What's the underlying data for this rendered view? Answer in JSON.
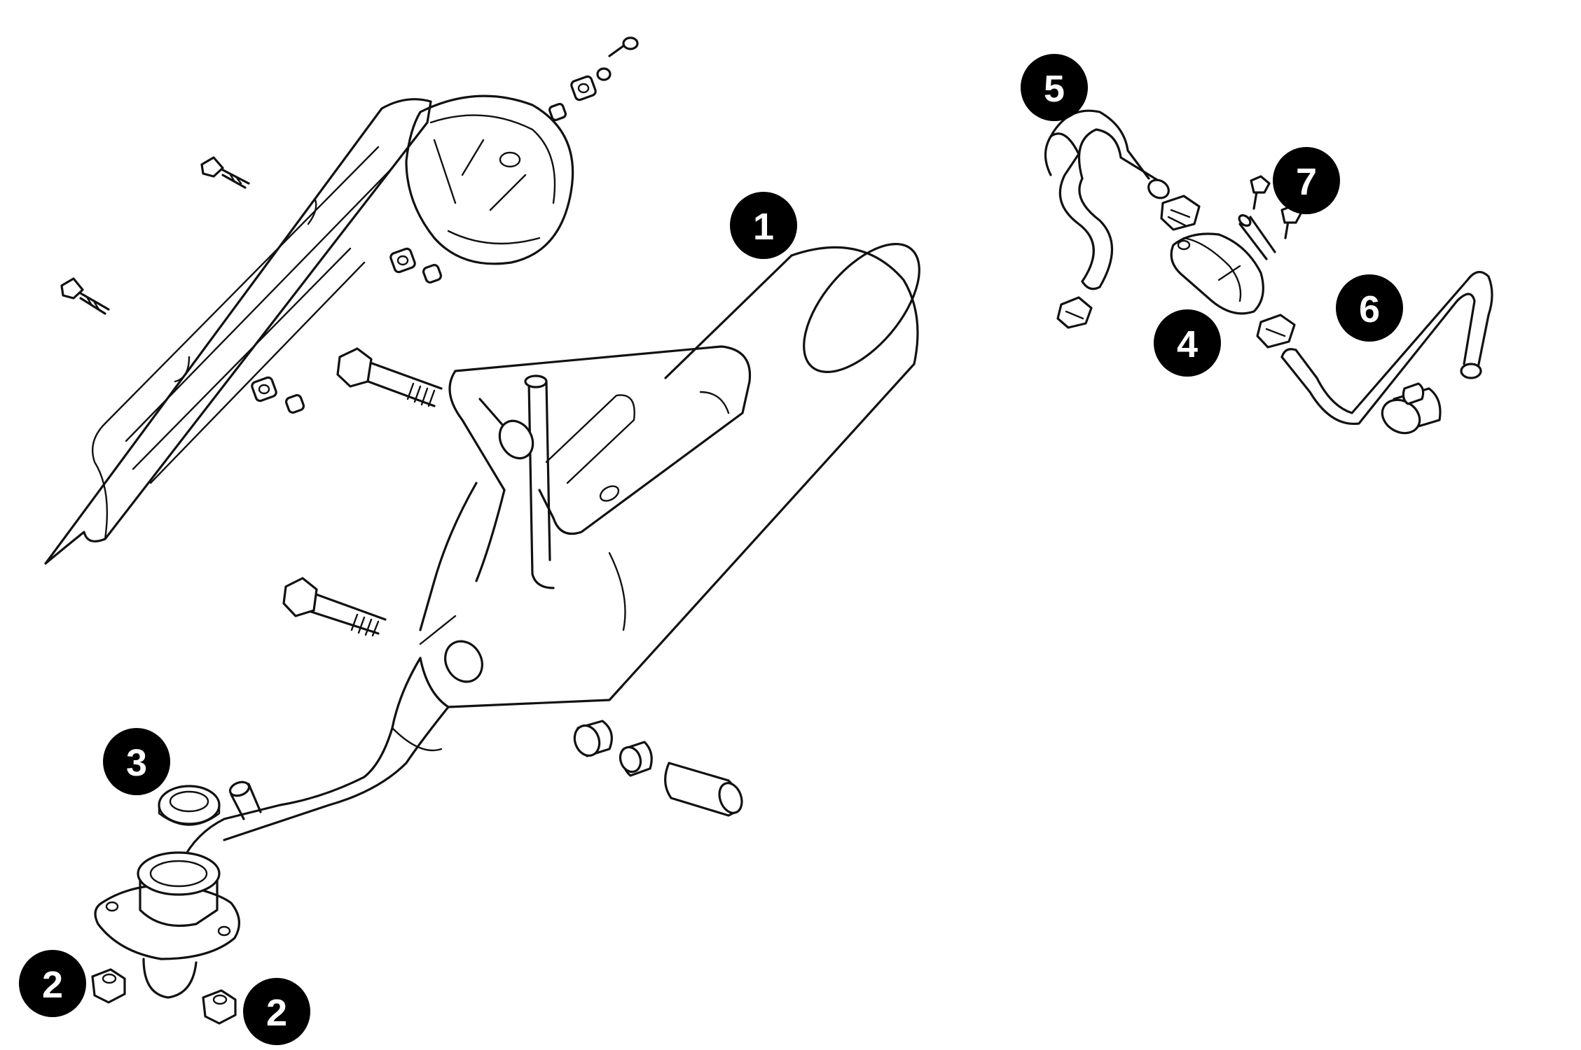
{
  "diagram": {
    "callouts": [
      {
        "id": "c1",
        "label": "1"
      },
      {
        "id": "c2a",
        "label": "2"
      },
      {
        "id": "c2b",
        "label": "2"
      },
      {
        "id": "c3",
        "label": "3"
      },
      {
        "id": "c4",
        "label": "4"
      },
      {
        "id": "c5",
        "label": "5"
      },
      {
        "id": "c6",
        "label": "6"
      },
      {
        "id": "c7",
        "label": "7"
      }
    ],
    "colors": {
      "line": "#111111",
      "callout_fill": "#000000",
      "callout_text": "#ffffff",
      "background": "#ffffff"
    }
  }
}
